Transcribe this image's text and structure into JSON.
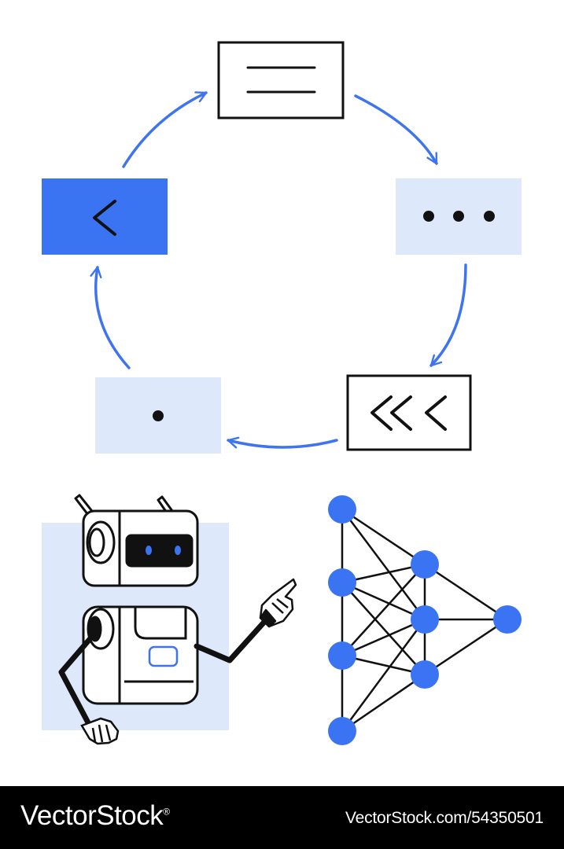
{
  "colors": {
    "accent": "#3f74f0",
    "node": "#3b74f2",
    "light_panel": "#dde8fb",
    "ink": "#111111",
    "footer_bg": "#000000",
    "footer_text": "#ffffff"
  },
  "cycle": {
    "steps": [
      {
        "icon": "menu-lines-icon",
        "style": "outlined"
      },
      {
        "icon": "ellipsis-icon",
        "style": "light-filled"
      },
      {
        "icon": "triple-chevron-left-icon",
        "style": "outlined"
      },
      {
        "icon": "dot-icon",
        "style": "light-filled"
      },
      {
        "icon": "chevron-left-icon",
        "style": "accent-filled"
      }
    ],
    "direction": "clockwise"
  },
  "robot": {
    "icon": "robot-icon",
    "gesture": "pointing"
  },
  "network": {
    "layers": [
      4,
      3,
      1
    ],
    "icon": "neural-network-icon"
  },
  "footer": {
    "brand": "VectorStock",
    "registered_mark": "®",
    "stock_id": "VectorStock.com/54350501"
  }
}
